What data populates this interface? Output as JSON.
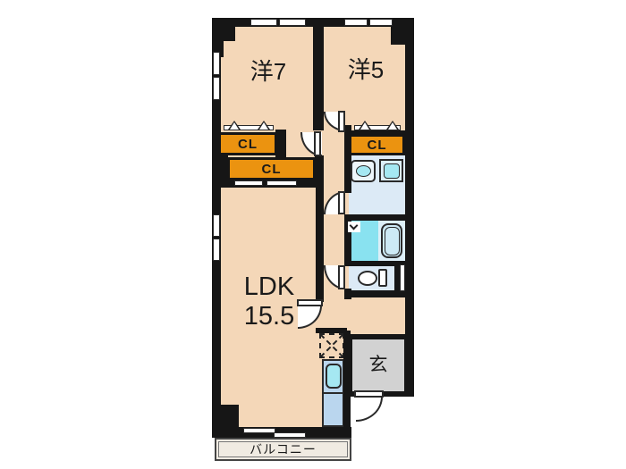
{
  "title": "apartment-floor-plan",
  "rooms": {
    "bedroom1": {
      "label": "洋7"
    },
    "bedroom2": {
      "label": "洋5"
    },
    "ldk": {
      "label": "LDK",
      "size": "15.5"
    },
    "entrance": {
      "label": "玄"
    },
    "balcony": {
      "label": "バルコニー"
    }
  },
  "closets": [
    {
      "label": "CL"
    },
    {
      "label": "CL"
    },
    {
      "label": "CL"
    }
  ],
  "icons": {
    "sink": "sink-icon",
    "washing_machine": "washing-machine-icon",
    "bathtub": "bathtub-icon",
    "toilet": "toilet-icon",
    "kitchen_sink": "kitchen-sink-icon",
    "refrigerator_space": "refrigerator-space-icon"
  },
  "colors": {
    "wall": "#161616",
    "room_floor": "#F4D7B8",
    "closet": "#EB9310",
    "washroom_floor": "#DCEAF6",
    "bath_floor": "#89E2F0",
    "fixture_cyan": "#A5E8F2",
    "tub_fill": "#CDEAF5",
    "kitchen_counter": "#BAD6EE",
    "entrance_floor": "#D2D2D2",
    "balcony_floor": "#F0EBE2"
  }
}
